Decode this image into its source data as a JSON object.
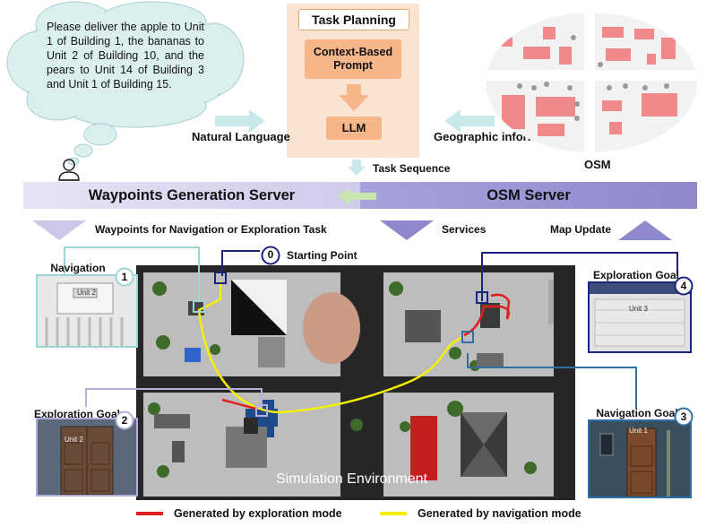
{
  "colors": {
    "exploration_path": "#e02020",
    "navigation_path": "#f4f000",
    "server_left": "#d8d4ee",
    "server_right": "#8e88cc",
    "llm_panel": "#fbe3d2",
    "llm_box": "#f6b68a",
    "cloud": "#dcefef"
  },
  "instruction": {
    "text": "Please deliver the apple to Unit 1 of Building 1, the bananas to Unit 2 of Building 10, and the pears to Unit 14 of Building 3 and Unit 1 of Building 15."
  },
  "task_planning": {
    "title": "Task Planning",
    "prompt_label": "Context-Based Prompt",
    "llm_label": "LLM"
  },
  "labels": {
    "natural_language": "Natural Language",
    "geographic_information": "Geographic  information",
    "osm": "OSM",
    "task_sequence": "Task Sequence",
    "waypoints_task": "Waypoints for Navigation or Exploration Task",
    "services": "Services",
    "map_update": "Map Update",
    "starting_point": "Starting Point",
    "simulation_environment": "Simulation Environment"
  },
  "servers": {
    "waypoints": "Waypoints Generation Server",
    "osm": "OSM Server"
  },
  "goals": [
    {
      "badge": "0",
      "label": "Starting Point"
    },
    {
      "badge": "1",
      "label": "Navigation Goal",
      "door_text": "Unit 2"
    },
    {
      "badge": "2",
      "label": "Exploration Goal",
      "door_text": "Unit 2"
    },
    {
      "badge": "3",
      "label": "Navigation Goal",
      "door_text": "Unit 1"
    },
    {
      "badge": "4",
      "label": "Exploration Goal",
      "door_text": "Unit 3"
    }
  ],
  "legend": {
    "exploration": "Generated by exploration mode",
    "navigation": "Generated by navigation mode"
  },
  "icons": [
    "user-icon",
    "thought-cloud-icon",
    "arrow-right-icon",
    "arrow-left-icon",
    "arrow-down-icon",
    "arrow-up-icon"
  ]
}
